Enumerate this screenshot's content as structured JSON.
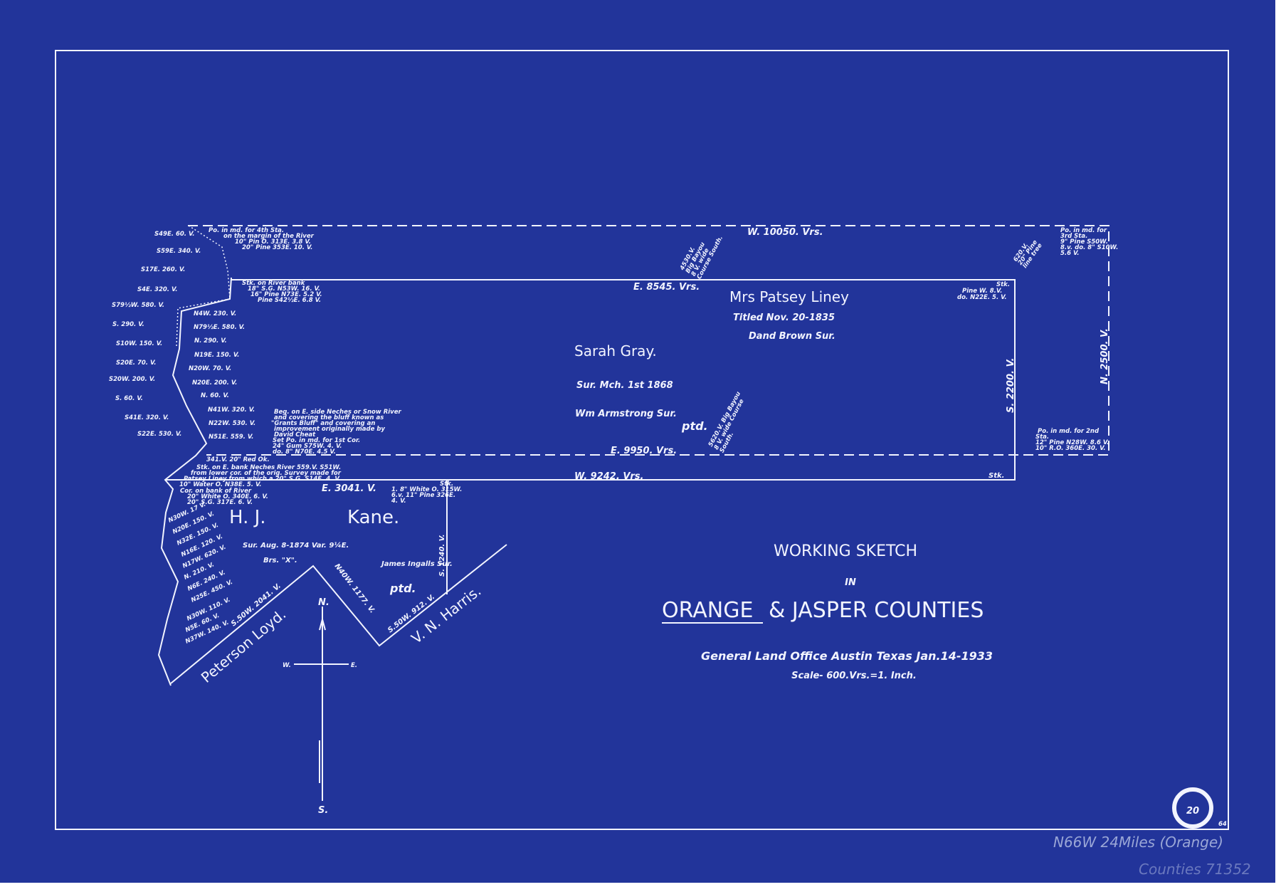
{
  "colors": {
    "paper": "#22349a",
    "ink": "#f2f4ff",
    "pencil": "#9aa6d6"
  },
  "title": {
    "line1": "WORKING  SKETCH",
    "line2": "IN",
    "line3a": "ORANGE",
    "line3b": "& JASPER  COUNTIES",
    "office": "General Land Office Austin Texas  Jan.14-1933",
    "scale": "Scale- 600.Vrs.=1. Inch."
  },
  "margin_note": "N66W 24Miles (Orange)",
  "pencil_note": "Counties 71352",
  "stamp_number": "20",
  "stamp_mark": "64",
  "surveys": {
    "liney_name": "Mrs Patsey Liney",
    "liney_titled": "Titled  Nov. 20-1835",
    "liney_sur": "Dand Brown Sur.",
    "gray_name": "Sarah Gray.",
    "gray_sur_date": "Sur. Mch. 1st 1868",
    "gray_sur": "Wm Armstrong Sur.",
    "ptd1": "ptd.",
    "kane_a": "H. J.",
    "kane_b": "Kane.",
    "kane_sur": "Sur. Aug. 8-1874   Var. 9¼E.",
    "kane_brs": "Brs. \"X\".",
    "ingalls": "James Ingalls  Sur.",
    "ptd2": "ptd.",
    "loyd": "Peterson Loyd.",
    "harris": "V. N. Harris."
  },
  "calls": {
    "w10050": "W. 10050. Vrs.",
    "e8545": "E. 8545. Vrs.",
    "e9950": "E. 9950. Vrs.",
    "w9242": "W. 9242. Vrs.",
    "s2200": "S. 2200. V.",
    "n2500": "N. 2500. V.",
    "stk1": "Stk.",
    "stk2": "Stk.",
    "e3041": "E. 3041. V.",
    "s50w2041": "S.50W. 2041. V.",
    "n40w1177": "N40W. 1177. V.",
    "s50w912": "S.50W. 912. V.",
    "s1240": "S. 1240. V.",
    "bayou1": [
      "4530.V.",
      "Big Bayou",
      "8 V. wide",
      "Course South."
    ],
    "bayou2": [
      "5620.V. Big Bayou",
      "8 V. wide Course",
      "South."
    ]
  },
  "notes": {
    "sta4": [
      "Po. in md. for 4th Sta.",
      "on the margin of the River",
      "10\" Pin O. 313E. 3.8 V.",
      "20\" Pine 353E. 10. V."
    ],
    "river_stk": [
      "Stk. on River bank",
      "18\" S.G. N53W. 16. V.",
      "16\" Pine N73E. 5.2 V.",
      "Pine S42½E. 6.8 V."
    ],
    "stk_pine": [
      "Stk.",
      "Pine W. 8.V.",
      "do. N22E. 5. V."
    ],
    "sta3": [
      "Po. in md. for",
      "3rd Sta.",
      "9\" Pine S50W.",
      "8.v. do. 8\" S10W.",
      "5.6 V."
    ],
    "line_tree": [
      "620.V.",
      "20\" Pine",
      "line tree"
    ],
    "sta2": [
      "Po. in md. for 2nd",
      "Sta.",
      "12\" Pine N28W. 8.6 V.",
      "10\" R.O. 360E. 30. V."
    ],
    "beg": [
      "Beg. on E. side Neches or Snow River",
      "and covering the bluff known as",
      "\"Grants Bluff\" and covering an",
      "improvement originally made by",
      "David Cheat",
      "Set Po. in md. for 1st Cor.",
      "24\" Gum S75W. 4. V.",
      "do. 8\" N70E. 4.5 V."
    ],
    "neches": [
      "Stk. on E. bank Neches River 559.V. S51W.",
      "from lower cor. of the orig. Survey made for",
      "Patsey Liney from which a 20\" S.G. S14E. 4. V.",
      "10\" Water O. N38E. 5. V."
    ],
    "cor_bank": [
      "Cor. on bank of River",
      "20\" White O. 340E. 6. V.",
      "20\" S.G. 317E. 6. V."
    ],
    "white_o": [
      "Stk.",
      "1. 8\" White O. 315W.",
      "6.v. 11\" Pine 326E.",
      "4. V."
    ],
    "red_oak": "341.V. 20\" Red Ok."
  },
  "river_calls_west": [
    "S49E. 60. V.",
    "S59E. 340. V.",
    "S17E. 260. V.",
    "S4E. 320. V.",
    "S79½W. 580. V.",
    "S. 290. V.",
    "S10W. 150. V.",
    "S20E. 70. V.",
    "S20W. 200. V.",
    "S. 60. V.",
    "S41E. 320. V.",
    "S22E. 530. V."
  ],
  "river_calls_east": [
    "N4W. 230. V.",
    "N79½E. 580. V.",
    "N. 290. V.",
    "N19E. 150. V.",
    "N20W. 70. V.",
    "N20E. 200. V.",
    "N. 60. V.",
    "N41W. 320. V.",
    "N22W. 530. V.",
    "N51E. 559. V."
  ],
  "river_calls_south": [
    "N30W. 17 V.",
    "N20E. 150. V.",
    "N32E. 150. V.",
    "N16E. 120. V.",
    "N17W. 620. V.",
    "N. 210. V.",
    "N6E. 240. V.",
    "N25E. 450. V.",
    "N30W. 110. V.",
    "N5E. 60. V.",
    "N37W. 140. V."
  ],
  "compass": {
    "n": "N.",
    "s": "S.",
    "e": "E.",
    "w": "W."
  }
}
